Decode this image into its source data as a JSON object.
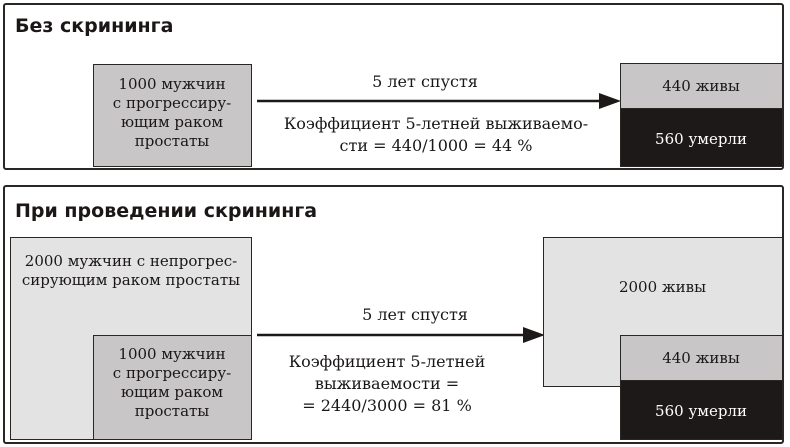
{
  "top_section": {
    "title": "Без скрининга",
    "source_box": "1000 мужчин\nс прогрессиру-\nющим раком\nпростаты",
    "arrow_label": "5 лет спустя",
    "survival_formula": "Коэффициент 5-летней выживаемо-\nсти = 440/1000 = 44 %",
    "alive_label": "440 живы",
    "dead_label": "560 умерли"
  },
  "bottom_section": {
    "title": "При проведении скрининга",
    "nonprogressive_box": "2000 мужчин с непрогрес-\nсирующим раком простаты",
    "progressive_box": "1000 мужчин\nс прогрессиру-\nющим раком\nпростаты",
    "arrow_label": "5 лет спустя",
    "survival_formula": "Коэффициент 5-летней\nвыживаемости =\n= 2440/3000 = 81 %",
    "alive_total_label": "2000 живы",
    "alive_label": "440 живы",
    "dead_label": "560 умерли"
  },
  "colors": {
    "box_gray": "#c8c6c6",
    "box_light": "#e4e3e4",
    "box_dark": "#1d1918",
    "line": "#2a2624"
  }
}
